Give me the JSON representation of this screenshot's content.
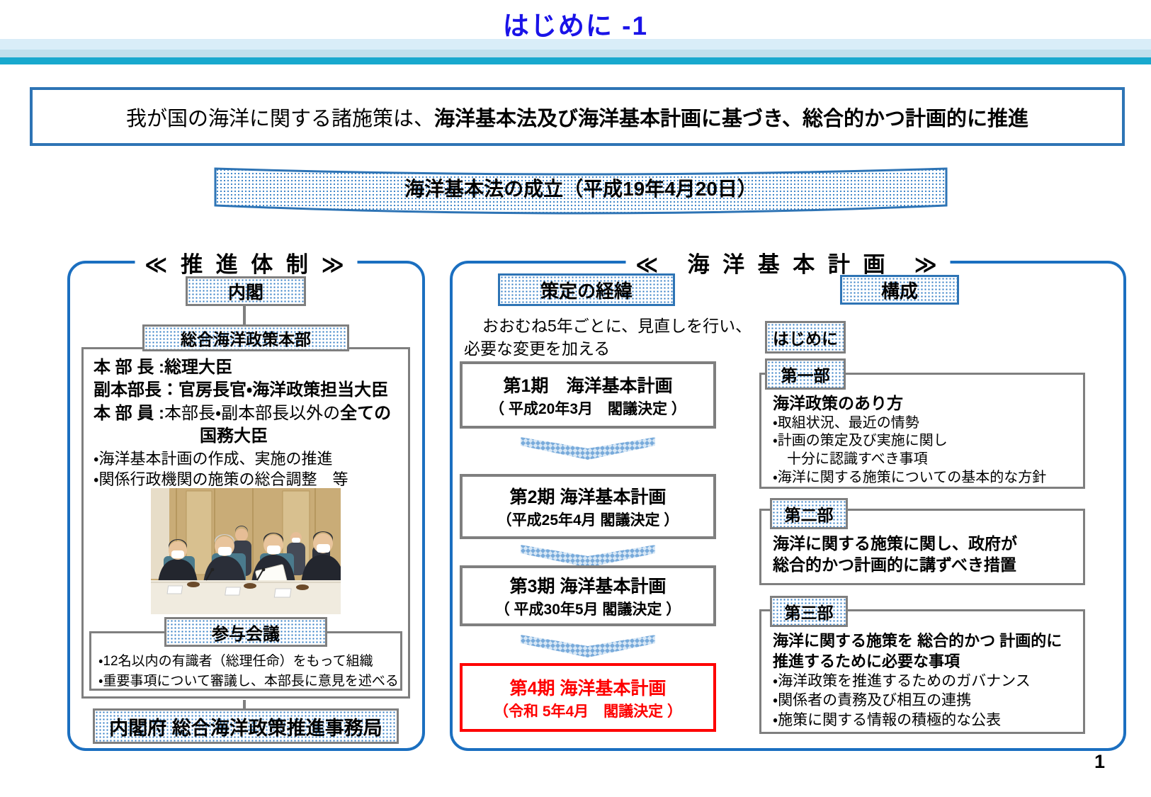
{
  "page": {
    "title": "はじめに -1",
    "page_number": "1"
  },
  "colors": {
    "title_blue": "#1a13e8",
    "panel_blue": "#1b6fc0",
    "box_blue": "#2e74b5",
    "teal_band": "#18a9ce",
    "border_gray": "#7f7f7f",
    "highlight_red": "#fe0000"
  },
  "statement": {
    "prefix": "我が国の海洋に関する諸施策は、",
    "emphasis": "海洋基本法及び海洋基本計画に基づき、総合的かつ計画的に推進"
  },
  "banner": {
    "label": "海洋基本法の成立（平成19年4月20日）"
  },
  "left_panel": {
    "heading": "≪ 推 進 体 制 ≫",
    "cabinet": "内閣",
    "headquarters": "総合海洋政策本部",
    "role1": "本 部 長 :総理大臣",
    "role2": "副本部長：官房長官・海洋政策担当大臣",
    "role3_label": "本 部 員 :",
    "role3_regular": "本部長・副本部長以外の",
    "role3_bold": "全ての",
    "role3_line2": "国務大臣",
    "duty1": "・海洋基本計画の作成、実施の推進",
    "duty2": "・関係行政機関の施策の総合調整　等",
    "council": {
      "label": "参与会議",
      "bullet1": "・12名以内の有識者（総理任命）をもって組織",
      "bullet2": "・重要事項について審議し、本部長に意見を述べる"
    },
    "secretariat": "内閣府 総合海洋政策推進事務局"
  },
  "right_panel": {
    "heading": "≪　海 洋 基 本 計 画　≫",
    "history": {
      "label": "策定の経緯",
      "note_line1": "おおむね5年ごとに、見直しを行い、",
      "note_line2": "必要な変更を加える",
      "plans": [
        {
          "title": "第1期　海洋基本計画",
          "subtitle": "（ 平成20年3月　閣議決定 ）"
        },
        {
          "title": "第2期 海洋基本計画",
          "subtitle": "（平成25年4月 閣議決定 ）"
        },
        {
          "title": "第3期 海洋基本計画",
          "subtitle": "（ 平成30年5月 閣議決定 ）"
        },
        {
          "title": "第4期 海洋基本計画",
          "subtitle": "（令和 5年4月　閣議決定 ）"
        }
      ]
    },
    "structure": {
      "label": "構成",
      "intro_tab": "はじめに",
      "sections": [
        {
          "tab": "第一部",
          "heading": "海洋政策のあり方",
          "bullet1": "・取組状況、最近の情勢",
          "bullet2": "・計画の策定及び実施に関し",
          "bullet3": "　十分に認識すべき事項",
          "bullet4": "・海洋に関する施策についての基本的な方針"
        },
        {
          "tab": "第二部",
          "heading_line1": "海洋に関する施策に関し、政府が",
          "heading_line2": "総合的かつ計画的に講ずべき措置"
        },
        {
          "tab": "第三部",
          "heading_line1": "海洋に関する施策を 総合的かつ 計画的に",
          "heading_line2": "推進するために必要な事項",
          "bullet1": "・海洋政策を推進するためのガバナンス",
          "bullet2": "・関係者の責務及び相互の連携",
          "bullet3": "・施策に関する情報の積極的な公表"
        }
      ]
    }
  }
}
